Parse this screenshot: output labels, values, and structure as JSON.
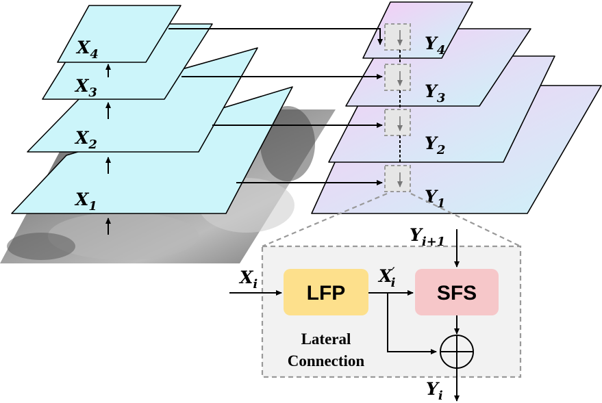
{
  "encoder_pyramid": {
    "levels": [
      {
        "base": "X",
        "sub": "1"
      },
      {
        "base": "X",
        "sub": "2"
      },
      {
        "base": "X",
        "sub": "3"
      },
      {
        "base": "X",
        "sub": "4"
      }
    ]
  },
  "decoder_pyramid": {
    "levels": [
      {
        "base": "Y",
        "sub": "1"
      },
      {
        "base": "Y",
        "sub": "2"
      },
      {
        "base": "Y",
        "sub": "3"
      },
      {
        "base": "Y",
        "sub": "4"
      }
    ]
  },
  "detail": {
    "input": {
      "base": "X",
      "sub": "i"
    },
    "intermediate": {
      "base": "X",
      "prime": "′",
      "sub": "i"
    },
    "upper": {
      "base": "Y",
      "sub": "i+1"
    },
    "output": {
      "base": "Y",
      "sub": "i"
    },
    "lfp_label": "LFP",
    "sfs_label": "SFS",
    "caption_line1": "Lateral",
    "caption_line2": "Connection",
    "add_symbol": "⊕"
  },
  "colors": {
    "encoder_fill": "#ccf5fa",
    "decoder_fill_a": "#f6ccf5",
    "decoder_fill_b": "#ccf3f8",
    "lfp_fill": "#fde08c",
    "sfs_fill": "#f6c7c9",
    "panel_fill": "#f2f2f2",
    "dash": "#999999"
  }
}
